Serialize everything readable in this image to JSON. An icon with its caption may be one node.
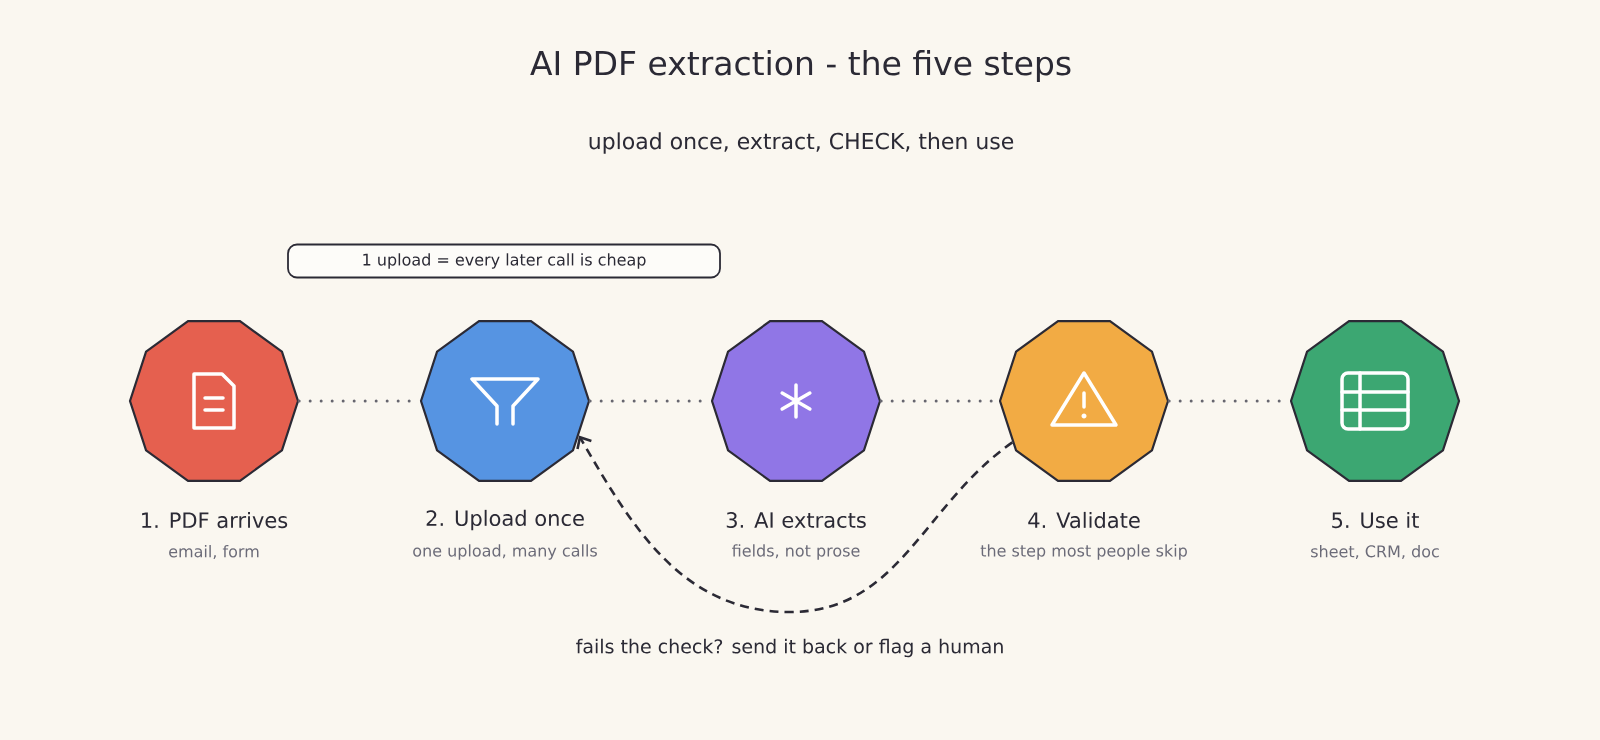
{
  "diagram": {
    "title": "AI PDF extraction - the five steps",
    "nodes": [
      {
        "text": [
          "1 upload = every later call is cheap"
        ]
      },
      {
        "text": [
          "1. PDF arrives",
          "email, form"
        ]
      },
      {
        "text": [
          "2. Upload once",
          "one upload, many calls"
        ]
      },
      {
        "text": [
          "3. AI extracts",
          "fields, not prose"
        ]
      },
      {
        "text": [
          "4. Validate",
          "the step most people skip"
        ]
      },
      {
        "text": [
          "5. Use it",
          "sheet, CRM, doc"
        ]
      }
    ],
    "edges": [
      {
        "from": 1,
        "to": 2,
        "arrow": "none"
      },
      {
        "from": 2,
        "to": 3,
        "arrow": "none"
      },
      {
        "from": 3,
        "to": 4,
        "arrow": "none"
      },
      {
        "from": 4,
        "to": 5,
        "arrow": "none"
      },
      {
        "from": 4,
        "to": 2,
        "arrow": "to",
        "style": "dashed",
        "color": "#2b2a35",
        "label": "fails the check? send it back or flag a human"
      }
    ],
    "labels": [
      "upload once, extract, CHECK, then use"
    ]
  }
}
